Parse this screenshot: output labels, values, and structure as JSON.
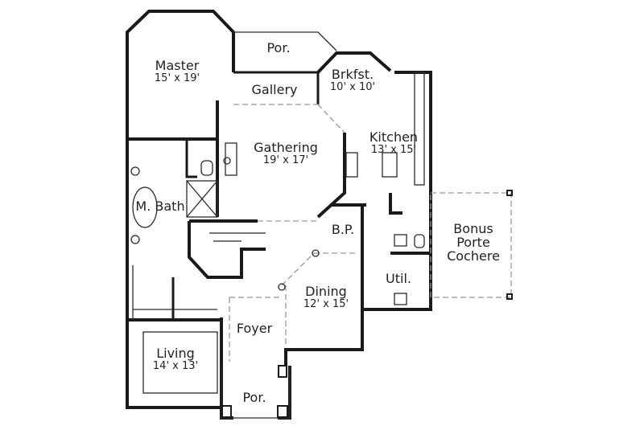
{
  "rooms": {
    "master": {
      "name": "Master",
      "size": "15' x 19'"
    },
    "porch_rear": {
      "name": "Por."
    },
    "gallery": {
      "name": "Gallery"
    },
    "breakfast": {
      "name": "Brkfst.",
      "size": "10' x 10'"
    },
    "gathering": {
      "name": "Gathering",
      "size": "19' x 17'"
    },
    "kitchen": {
      "name": "Kitchen",
      "size": "13' x 15'"
    },
    "master_bath": {
      "name": "M. Bath"
    },
    "butler_pantry": {
      "name": "B.P."
    },
    "porte_cochere": {
      "name": "Bonus Porte Cochere",
      "line1": "Bonus",
      "line2": "Porte",
      "line3": "Cochere"
    },
    "dining": {
      "name": "Dining",
      "size": "12' x 15'"
    },
    "utility": {
      "name": "Util."
    },
    "foyer": {
      "name": "Foyer"
    },
    "living": {
      "name": "Living",
      "size": "14' x 13'"
    },
    "porch_front": {
      "name": "Por."
    }
  },
  "colors": {
    "wall": "#1a1a1a",
    "dashed": "#999999",
    "background": "#ffffff"
  }
}
